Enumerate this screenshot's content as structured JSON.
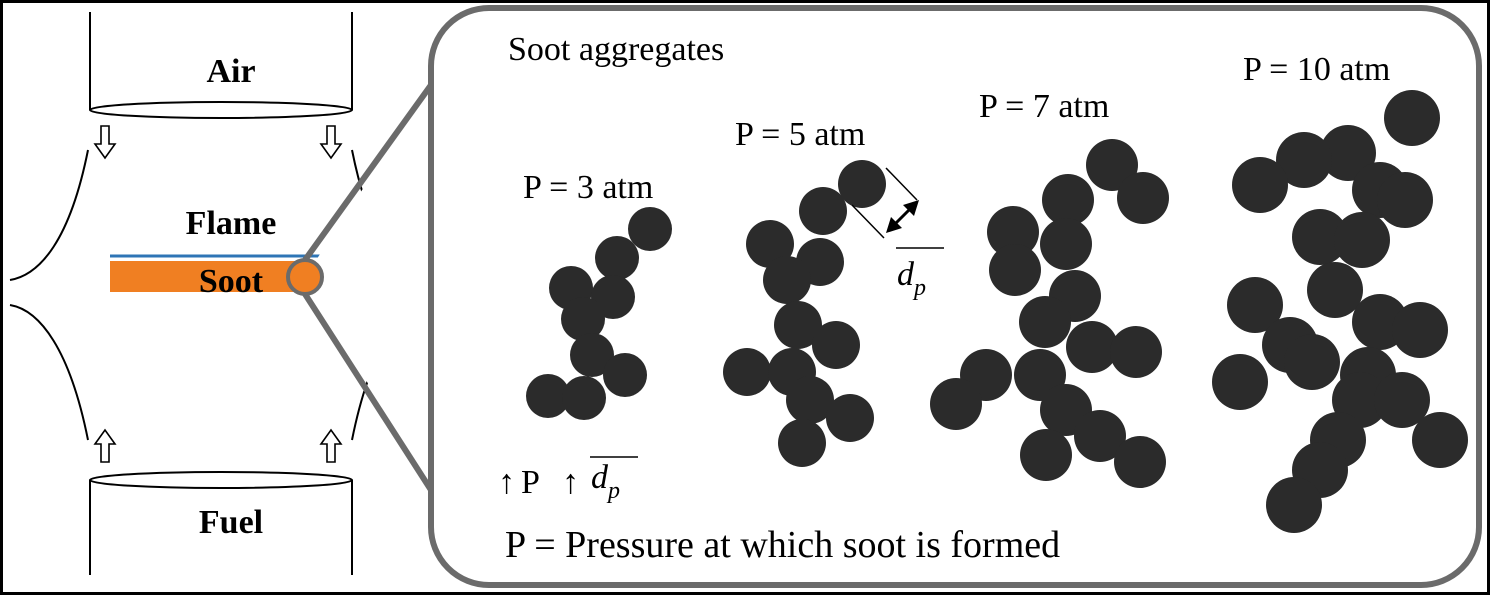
{
  "left_panel": {
    "air_label": "Air",
    "flame_label": "Flame",
    "soot_label": "Soot",
    "fuel_label": "Fuel"
  },
  "zoom_panel": {
    "title": "Soot aggregates",
    "aggregates": [
      {
        "label": "P = 3 atm"
      },
      {
        "label": "P = 5 atm"
      },
      {
        "label": "P = 7 atm"
      },
      {
        "label": "P = 10 atm"
      }
    ],
    "particle_diameter_label": {
      "main": "d",
      "sub": "p"
    },
    "trend": {
      "arrow": "↑",
      "pressure": "P",
      "diameter_main": "d",
      "diameter_sub": "p"
    },
    "footnote": "P = Pressure at which soot is formed"
  },
  "colors": {
    "background": "#ffffff",
    "frame": "#000000",
    "soot_band": "#f07f22",
    "flame_line": "#2e75b6",
    "zoom_border": "#6b6b6b",
    "particles": "#2b2b2b"
  }
}
